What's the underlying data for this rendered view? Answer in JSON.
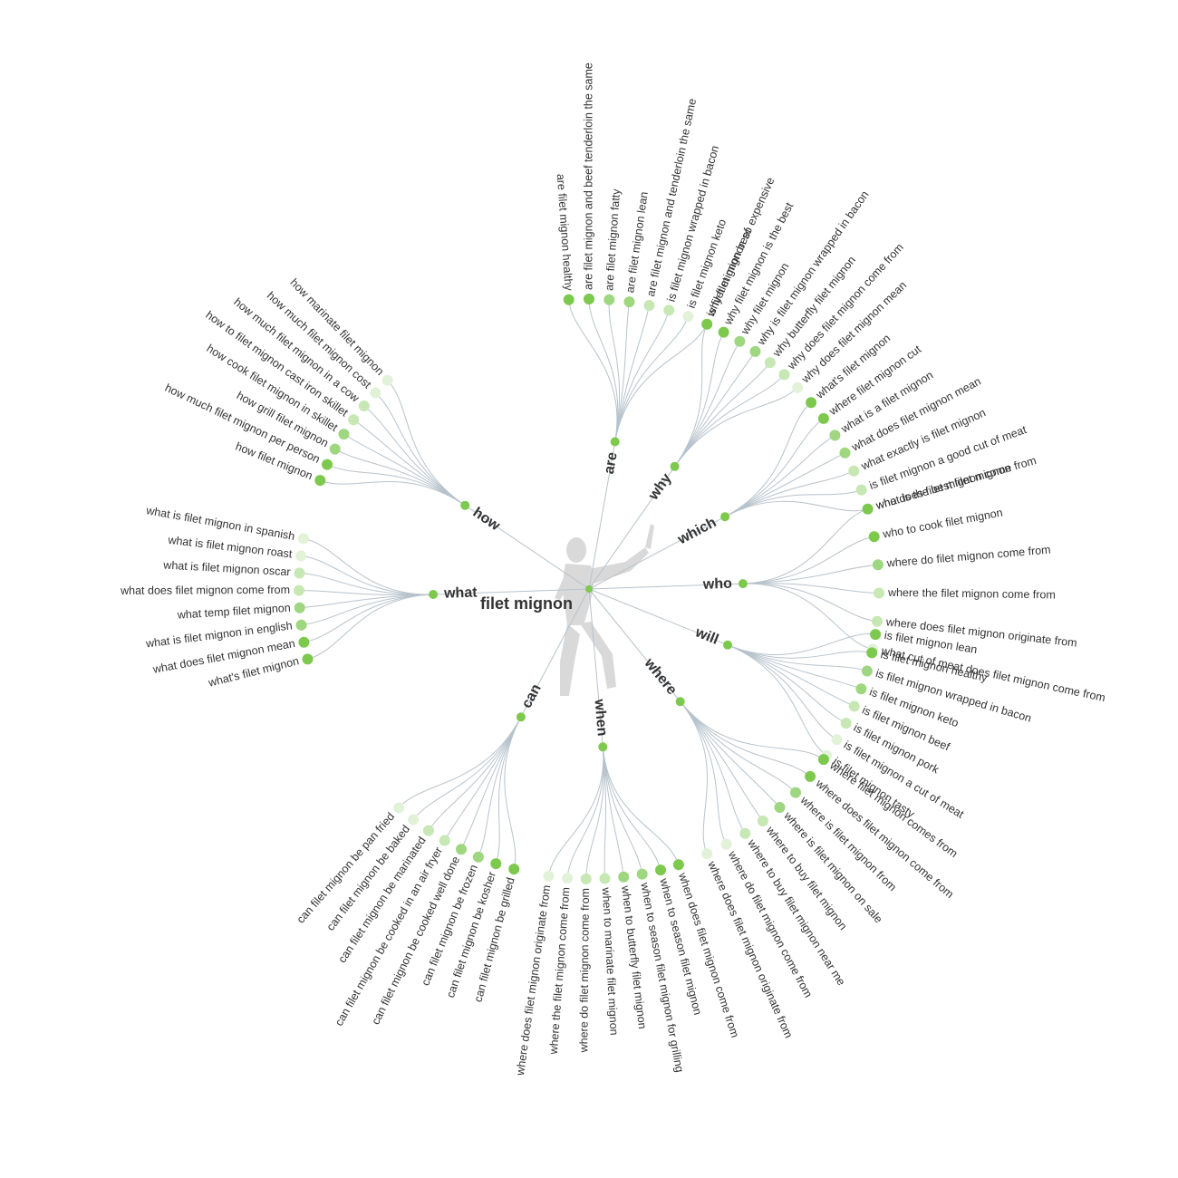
{
  "root": {
    "label": "filet mignon"
  },
  "colors": {
    "node_dark": "#7cc94e",
    "node_mid": "#9fd680",
    "node_light": "#c7e7b4",
    "node_pale": "#e2f2d8",
    "link": "#b7c3cc",
    "text": "#333333",
    "silhouette": "#d9d9d9"
  },
  "groups": [
    {
      "label": "are",
      "items": [
        "are filet mignon healthy",
        "are filet mignon and beef tenderloin the same",
        "are filet mignon fatty",
        "are filet mignon lean",
        "are filet mignon and tenderloin the same",
        "is filet mignon wrapped in bacon",
        "is filet mignon keto",
        "is filet mignon beef"
      ]
    },
    {
      "label": "why",
      "items": [
        "why filet mignon so expensive",
        "why filet mignon is the best",
        "why filet mignon",
        "why is filet mignon wrapped in bacon",
        "why butterfly filet mignon",
        "why does filet mignon come from",
        "why does filet mignon mean"
      ]
    },
    {
      "label": "which",
      "items": [
        "what's filet mignon",
        "where filet mignon cut",
        "what is a filet mignon",
        "what does filet mignon mean",
        "what exactly is filet mignon",
        "is filet mignon a good cut of meat",
        "what is the best filet mignon"
      ]
    },
    {
      "label": "who",
      "items": [
        "who does filet mignon come from",
        "who to cook filet mignon",
        "where do filet mignon come from",
        "where the filet mignon come from",
        "where does filet mignon originate from",
        "what cut of meat does filet mignon come from"
      ]
    },
    {
      "label": "will",
      "items": [
        "is filet mignon lean",
        "is filet mignon healthy",
        "is filet mignon wrapped in bacon",
        "is filet mignon keto",
        "is filet mignon beef",
        "is filet mignon pork",
        "is filet mignon a cut of meat",
        "is filet mignon tasty"
      ]
    },
    {
      "label": "where",
      "items": [
        "where filet mignon comes from",
        "where does filet mignon come from",
        "where is filet mignon from",
        "where is filet mignon on sale",
        "where to buy filet mignon",
        "where to buy filet mignon near me",
        "where do filet mignon come from",
        "where does filet mignon originate from"
      ]
    },
    {
      "label": "when",
      "items": [
        "when does filet mignon come from",
        "when to season filet mignon",
        "when to season filet mignon for grilling",
        "when to butterfly filet mignon",
        "when to marinate filet mignon",
        "where do filet mignon come from",
        "where the filet mignon come from",
        "where does filet mignon originate from"
      ]
    },
    {
      "label": "can",
      "items": [
        "can filet mignon be grilled",
        "can filet mignon be kosher",
        "can filet mignon be frozen",
        "can filet mignon be cooked well done",
        "can filet mignon be cooked in an air fryer",
        "can filet mignon be marinated",
        "can filet mignon be baked",
        "can filet mignon be pan fried"
      ]
    },
    {
      "label": "what",
      "items": [
        "what's filet mignon",
        "what does filet mignon mean",
        "what is filet mignon in english",
        "what temp filet mignon",
        "what does filet mignon come from",
        "what is filet mignon oscar",
        "what is filet mignon roast",
        "what is filet mignon in spanish"
      ]
    },
    {
      "label": "how",
      "items": [
        "how filet mignon",
        "how much filet mignon per person",
        "how grill filet mignon",
        "how cook filet mignon in skillet",
        "how to filet mignon cast iron skillet",
        "how much filet mignon in a cow",
        "how much filet mignon cost",
        "how marinate filet mignon"
      ]
    }
  ]
}
